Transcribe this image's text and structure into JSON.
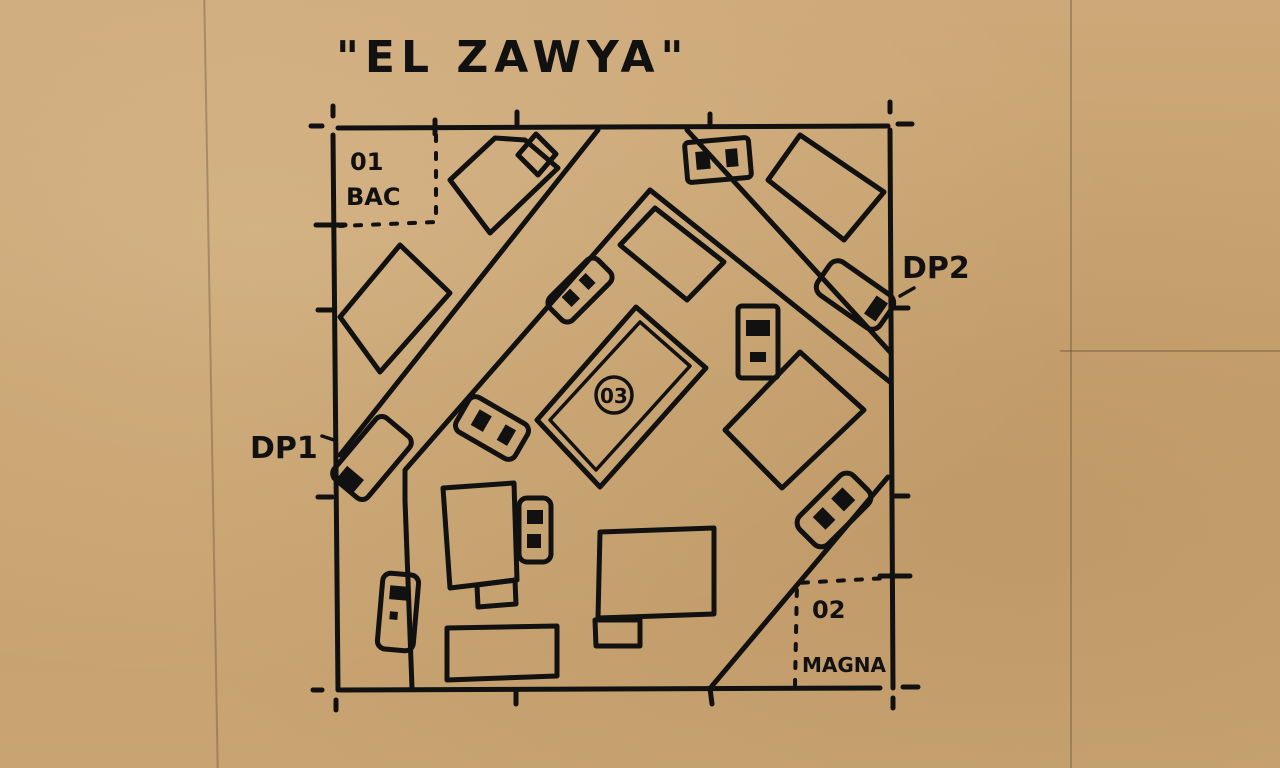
{
  "map": {
    "title": "\"EL ZAWYA\"",
    "background_color": "#c9a472",
    "ink_color": "#111111",
    "zones": [
      {
        "id": "01",
        "name": "BAC",
        "position": "top-left"
      },
      {
        "id": "02",
        "name": "MAGNA",
        "position": "bottom-right"
      },
      {
        "id": "03",
        "name": "",
        "position": "center"
      }
    ],
    "points": [
      {
        "label": "DP1",
        "position": "left-edge"
      },
      {
        "label": "DP2",
        "position": "right-edge"
      }
    ]
  }
}
